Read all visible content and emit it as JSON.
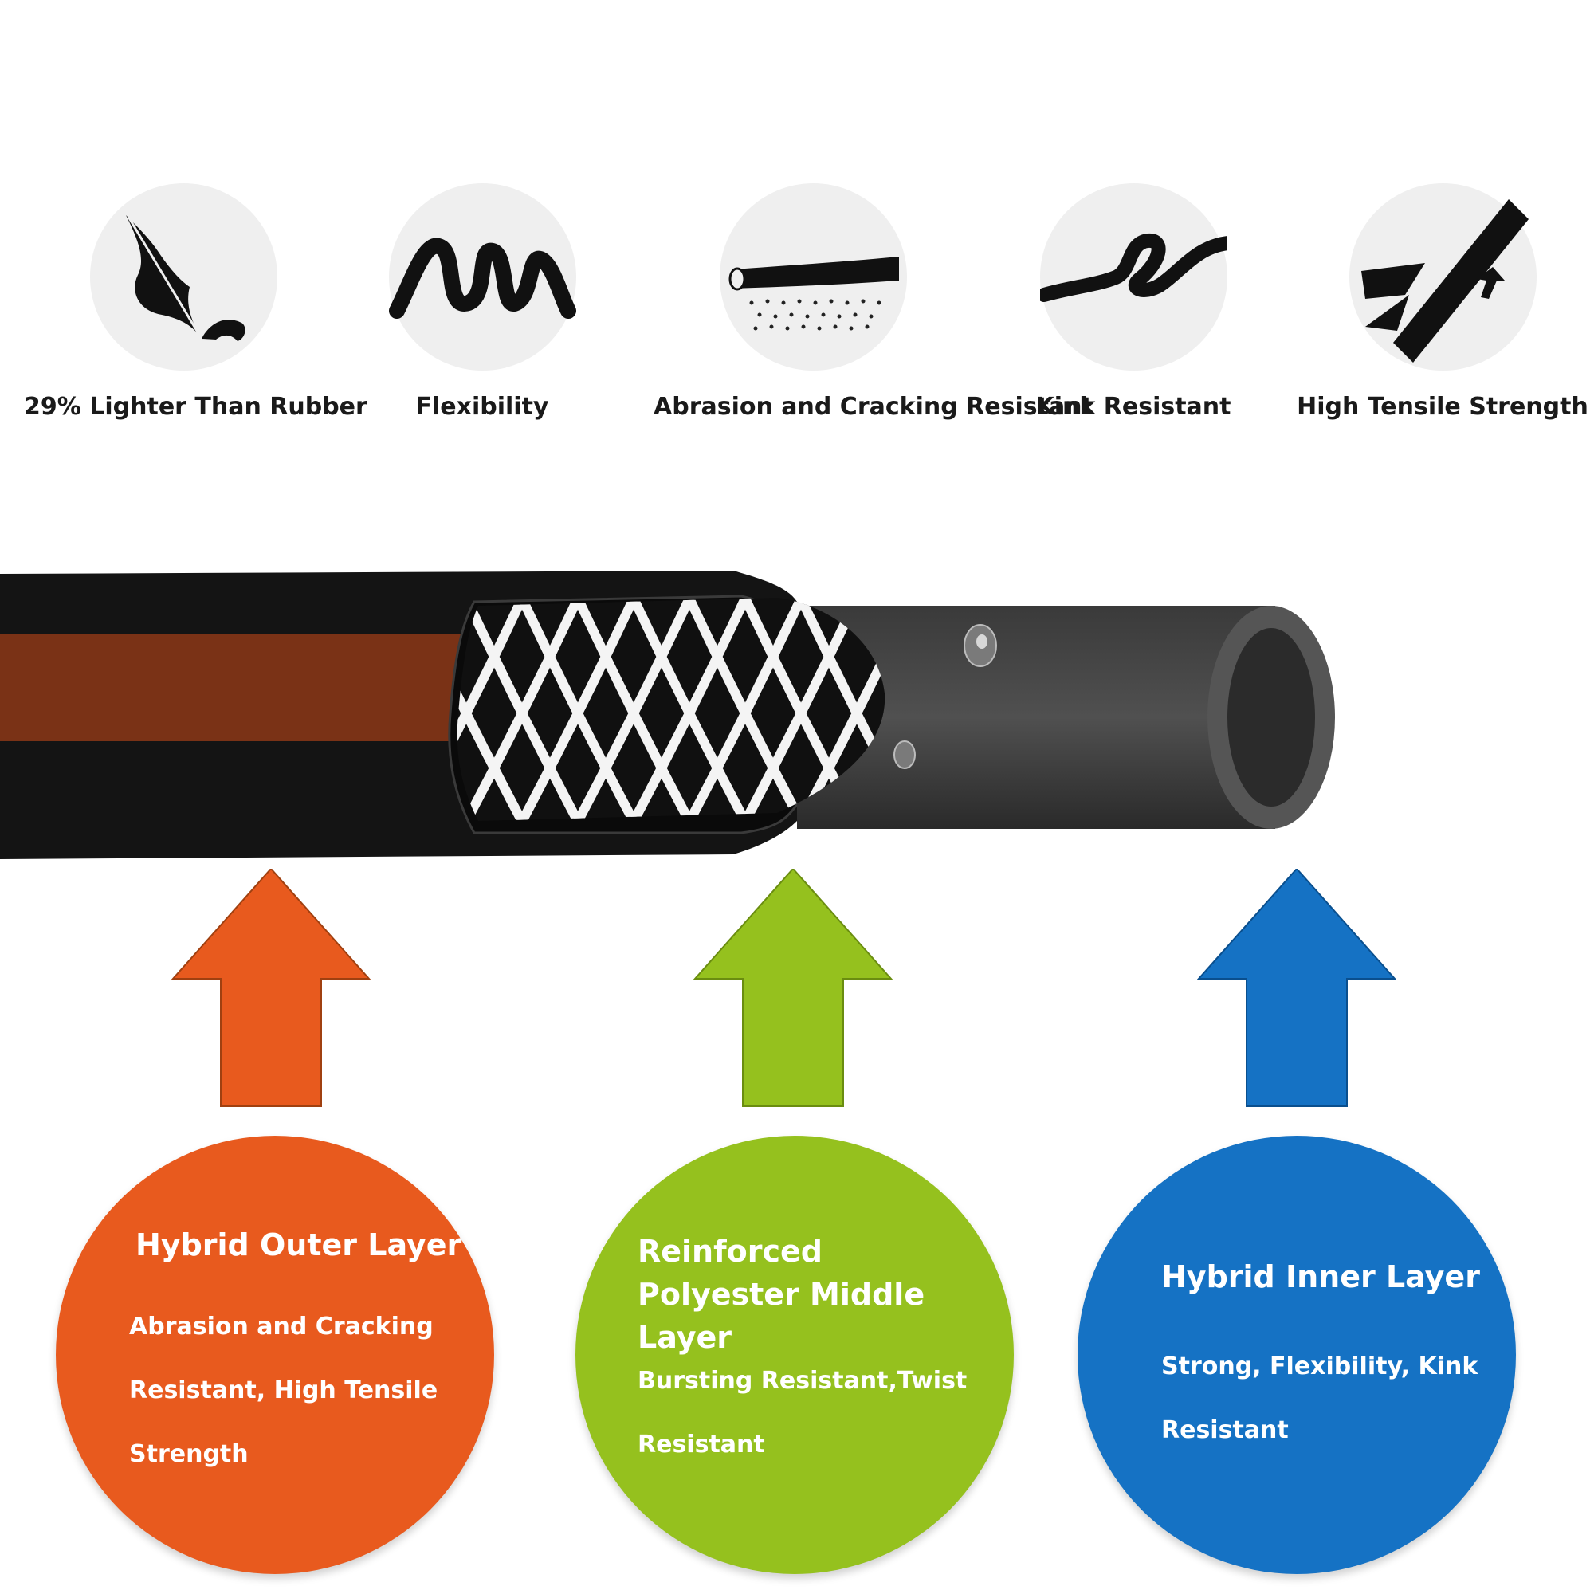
{
  "features": [
    {
      "label": "29% Lighter Than Rubber",
      "icon": "feather-icon"
    },
    {
      "label": "Flexibility",
      "icon": "wavy-hose-icon"
    },
    {
      "label": "Abrasion and Cracking Resistant",
      "icon": "hose-over-gravel-icon"
    },
    {
      "label": "Kink Resistant",
      "icon": "kinked-hose-icon"
    },
    {
      "label": "High Tensile Strength",
      "icon": "tensile-strap-icon"
    }
  ],
  "colors": {
    "outer": "#e85a1e",
    "middle": "#95c11e",
    "inner": "#1572c4",
    "hose_body": "#141414",
    "hose_stripe": "#7a3216"
  },
  "layers": {
    "outer": {
      "title": "Hybrid Outer Layer",
      "desc": "Abrasion and Cracking\nResistant, High Tensile\nStrength"
    },
    "middle": {
      "title": "Reinforced\nPolyester Middle Layer",
      "desc": "Bursting Resistant,Twist\nResistant"
    },
    "inner": {
      "title": "Hybrid Inner Layer",
      "desc": "Strong, Flexibility, Kink\nResistant"
    }
  }
}
